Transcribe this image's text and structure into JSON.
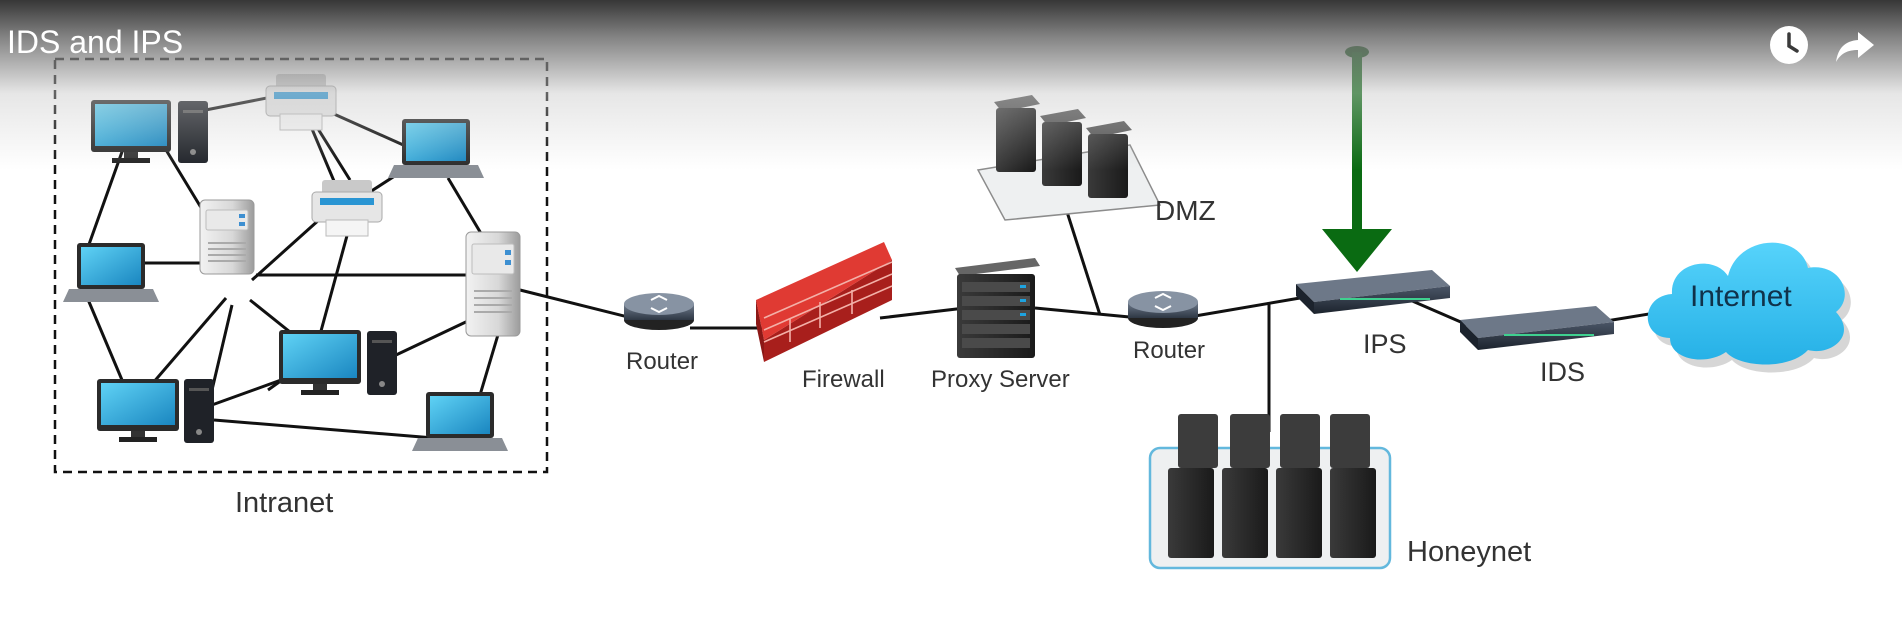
{
  "video": {
    "title": "IDS and IPS"
  },
  "diagram": {
    "labels": {
      "intranet": "Intranet",
      "router_left": "Router",
      "firewall": "Firewall",
      "proxy_server": "Proxy Server",
      "dmz": "DMZ",
      "router_right": "Router",
      "ips": "IPS",
      "ids": "IDS",
      "internet": "Internet",
      "honeynet": "Honeynet"
    }
  },
  "icons": {
    "watch_later": "clock-icon",
    "share": "share-arrow-icon"
  },
  "colors": {
    "arrow": "#0a6b12",
    "internet_cloud": "#3ec3f0",
    "firewall": "#d6322d",
    "monitor": "#28a5d6"
  }
}
